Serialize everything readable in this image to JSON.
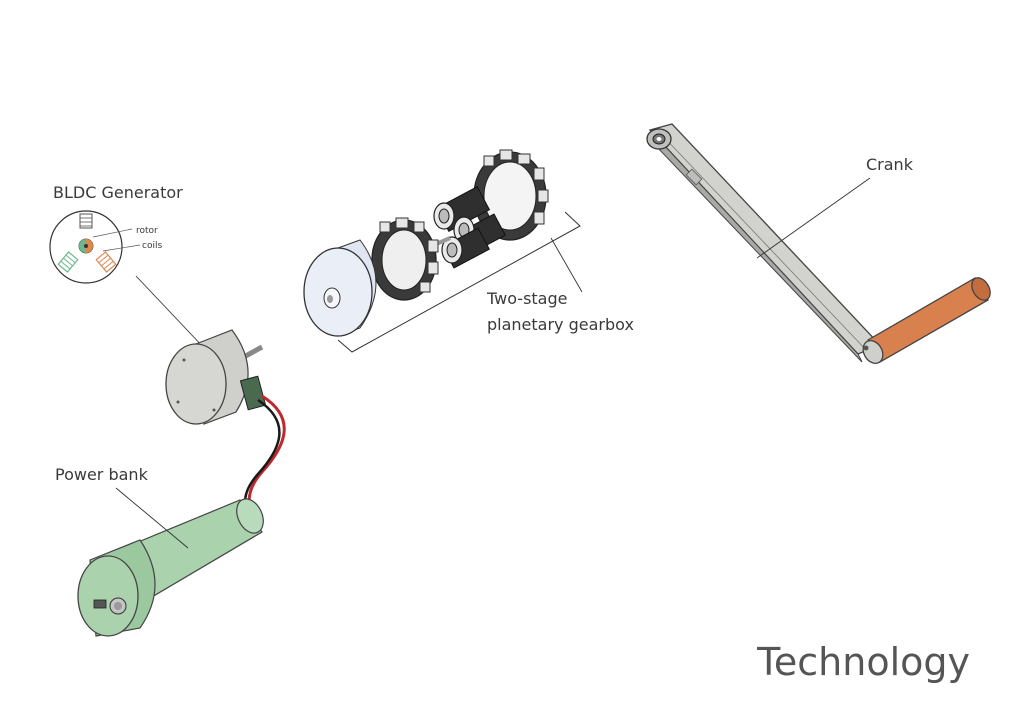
{
  "title": "Technology",
  "labels": {
    "generator": "BLDC Generator",
    "rotor": "rotor",
    "coils": "coils",
    "gearbox_line1": "Two-stage",
    "gearbox_line2": "planetary gearbox",
    "crank": "Crank",
    "power_bank": "Power bank"
  },
  "colors": {
    "power_bank": "#a9d2ad",
    "crank_handle": "#d9804f",
    "crank_arm": "#cfcfcb",
    "motor_body": "#d6d6d2",
    "gear": "#2e2e2e",
    "cap": "#e9eef7",
    "wire_red": "#c0282d",
    "wire_black": "#1a1a1a",
    "coil_green": "#6bb88f",
    "coil_orange": "#e0894f"
  }
}
